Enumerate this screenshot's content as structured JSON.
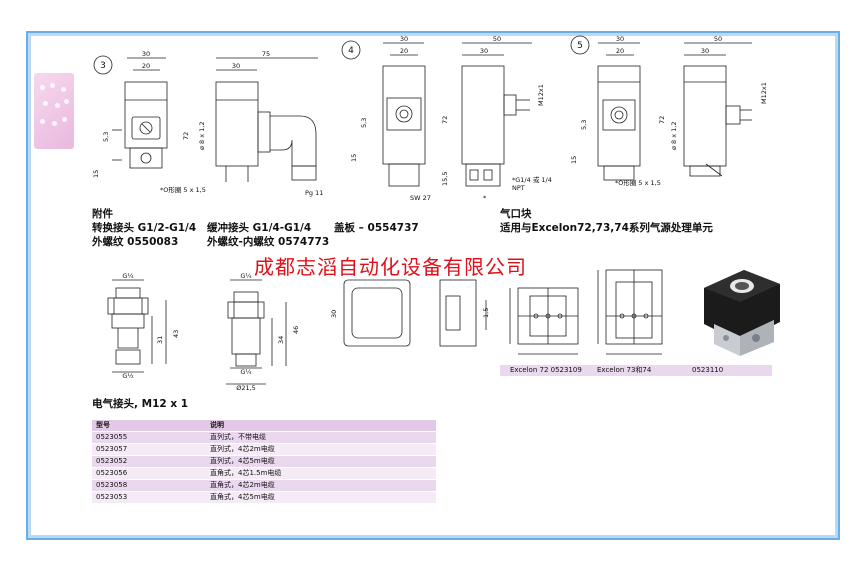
{
  "detail_numbers": [
    "3",
    "4",
    "5"
  ],
  "dims": {
    "d30": "30",
    "d20": "20",
    "d75": "75",
    "d50": "50",
    "d72": "72",
    "d15": "15",
    "d53": "5,3",
    "d8x12": "ø 8 x 1,2",
    "m12": "M12x1",
    "pg11": "Pg 11",
    "sw27": "SW 27",
    "d155": "15,5",
    "d31": "31",
    "d43": "43",
    "d34": "34",
    "d46": "46",
    "d215": "Ø21,5",
    "d15b": "1,5",
    "g14": "G¼",
    "g12": "G½"
  },
  "notes": {
    "oring": "*O形圈 5 x 1,5",
    "g14npt_1": "*G1/4 或 1/4",
    "g14npt_2": "NPT",
    "star": "*"
  },
  "accessories": {
    "title": "附件",
    "adapter_1": "转换接头 G1/2-G1/4",
    "adapter_2": "外螺纹 0550083",
    "snubber_1": "缓冲接头 G1/4-G1/4",
    "snubber_2": "外螺纹-内螺纹 0574773",
    "cover": "盖板 – 0554737",
    "air_block_1": "气口块",
    "air_block_2": "适用与Excelon72,73,74系列气源处理单元"
  },
  "watermark": "成都志滔自动化设备有限公司",
  "excelon": {
    "c1": "Excelon 72 0523109",
    "c2": "Excelon 73和74",
    "c3": "0523110"
  },
  "connector": {
    "title": "电气接头, M12 x 1",
    "headers": [
      "型号",
      "说明"
    ],
    "rows": [
      [
        "0523055",
        "直列式，不带电缆"
      ],
      [
        "0523057",
        "直列式，4芯2m电缆"
      ],
      [
        "0523052",
        "直列式，4芯5m电缆"
      ],
      [
        "0523056",
        "直角式，4芯1.5m电缆"
      ],
      [
        "0523058",
        "直角式，4芯2m电缆"
      ],
      [
        "0523053",
        "直角式，4芯5m电缆"
      ]
    ]
  },
  "colors": {
    "frame": "#6aaee8",
    "watermark": "#e0101a",
    "table_row": "#ead8ee",
    "tab": "#e9b8de"
  }
}
